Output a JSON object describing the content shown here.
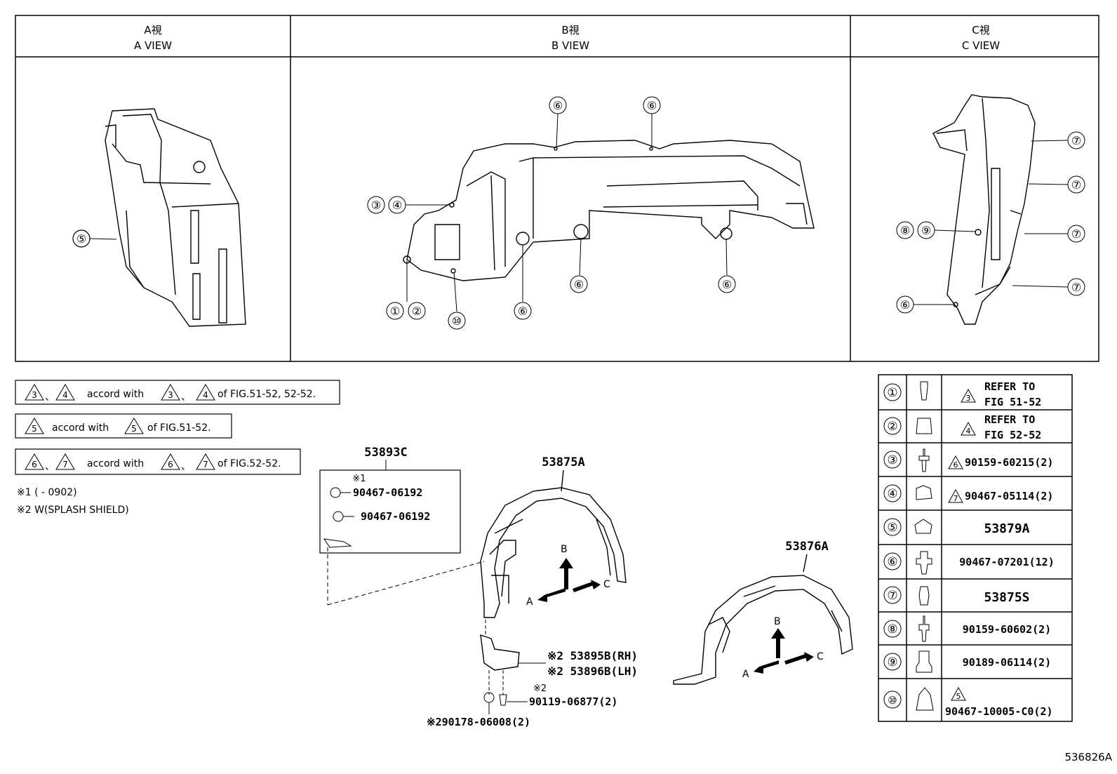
{
  "views": [
    {
      "jp": "A視",
      "en": "A VIEW"
    },
    {
      "jp": "B視",
      "en": "B VIEW"
    },
    {
      "jp": "C視",
      "en": "C VIEW"
    }
  ],
  "callout_numbers": [
    "①",
    "②",
    "③",
    "④",
    "⑤",
    "⑥",
    "⑦",
    "⑧",
    "⑨",
    "⑩"
  ],
  "notes": {
    "n1_a": "3",
    "n1_b": "4",
    "n1_sep": "、",
    "n1_text": "accord with",
    "n1_c": "3",
    "n1_d": "4",
    "n1_tail": "of FIG.51-52, 52-52.",
    "n2_a": "5",
    "n2_text": "accord with",
    "n2_b": "5",
    "n2_tail": "of FIG.51-52.",
    "n3_a": "6",
    "n3_b": "7",
    "n3_text": "accord with",
    "n3_c": "6",
    "n3_d": "7",
    "n3_tail": "of FIG.52-52.",
    "foot1": "※1 (          - 0902)",
    "foot2": "※2 W(SPLASH SHIELD)"
  },
  "parts": {
    "p53893C": "53893C",
    "p53893C_mark": "※1",
    "p90467_06192a": "90467-06192",
    "p90467_06192b": "90467-06192",
    "p53875A": "53875A",
    "p53876A": "53876A",
    "p53895B": "※2 53895B(RH)",
    "p53896B": "※2 53896B(LH)",
    "p90119_mark": "※2",
    "p90119": "90119-06877(2)",
    "p90178": "※290178-06008(2)",
    "arrowA": "A",
    "arrowB": "B",
    "arrowC": "C"
  },
  "legend": [
    {
      "num": "①",
      "tri": "3",
      "line1": "REFER TO",
      "line2": "FIG 51-52"
    },
    {
      "num": "②",
      "tri": "4",
      "line1": "REFER TO",
      "line2": "FIG 52-52"
    },
    {
      "num": "③",
      "tri": "6",
      "part": "90159-60215(2)"
    },
    {
      "num": "④",
      "tri": "7",
      "part": "90467-05114(2)"
    },
    {
      "num": "⑤",
      "part": "53879A"
    },
    {
      "num": "⑥",
      "part": "90467-07201(12)"
    },
    {
      "num": "⑦",
      "part": "53875S"
    },
    {
      "num": "⑧",
      "part": "90159-60602(2)"
    },
    {
      "num": "⑨",
      "part": "90189-06114(2)"
    },
    {
      "num": "⑩",
      "tri": "5",
      "part": "90467-10005-C0(2)"
    }
  ],
  "figure_id": "536826A"
}
